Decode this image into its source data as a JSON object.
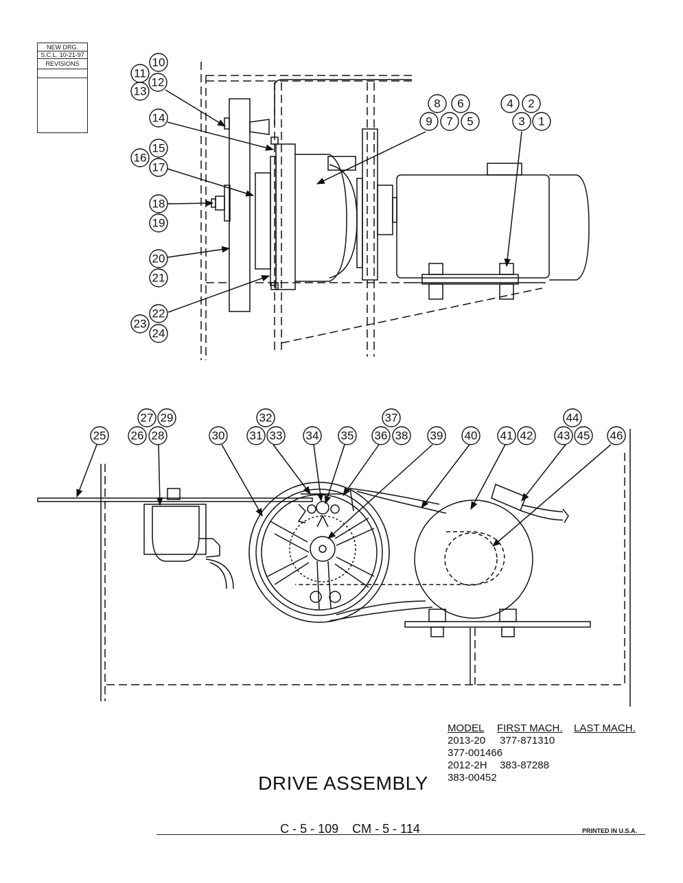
{
  "revision_block": {
    "line1": "NEW DRG.",
    "line2": "S.C.L. 10-21-97",
    "label": "REVISIONS"
  },
  "part_callouts": {
    "upper": [
      "10",
      "11",
      "12",
      "13",
      "14",
      "15",
      "16",
      "17",
      "18",
      "19",
      "20",
      "21",
      "22",
      "23",
      "24",
      "8",
      "6",
      "9",
      "7",
      "5",
      "4",
      "2",
      "3",
      "1"
    ],
    "lower": [
      "25",
      "27",
      "29",
      "26",
      "28",
      "30",
      "32",
      "31",
      "33",
      "34",
      "35",
      "37",
      "36",
      "38",
      "39",
      "40",
      "41",
      "42",
      "44",
      "43",
      "45",
      "46"
    ]
  },
  "model_table": {
    "headers": [
      "MODEL",
      "FIRST MACH.",
      "LAST MACH."
    ],
    "rows": [
      [
        "2013-20",
        "377-871310",
        "377-001466"
      ],
      [
        "2012-2H",
        "383-87288",
        "383-00452"
      ]
    ]
  },
  "title": "DRIVE ASSEMBLY",
  "drawing_number": "C - 5 - 109    CM - 5 - 114",
  "printed": "PRINTED IN U.S.A."
}
